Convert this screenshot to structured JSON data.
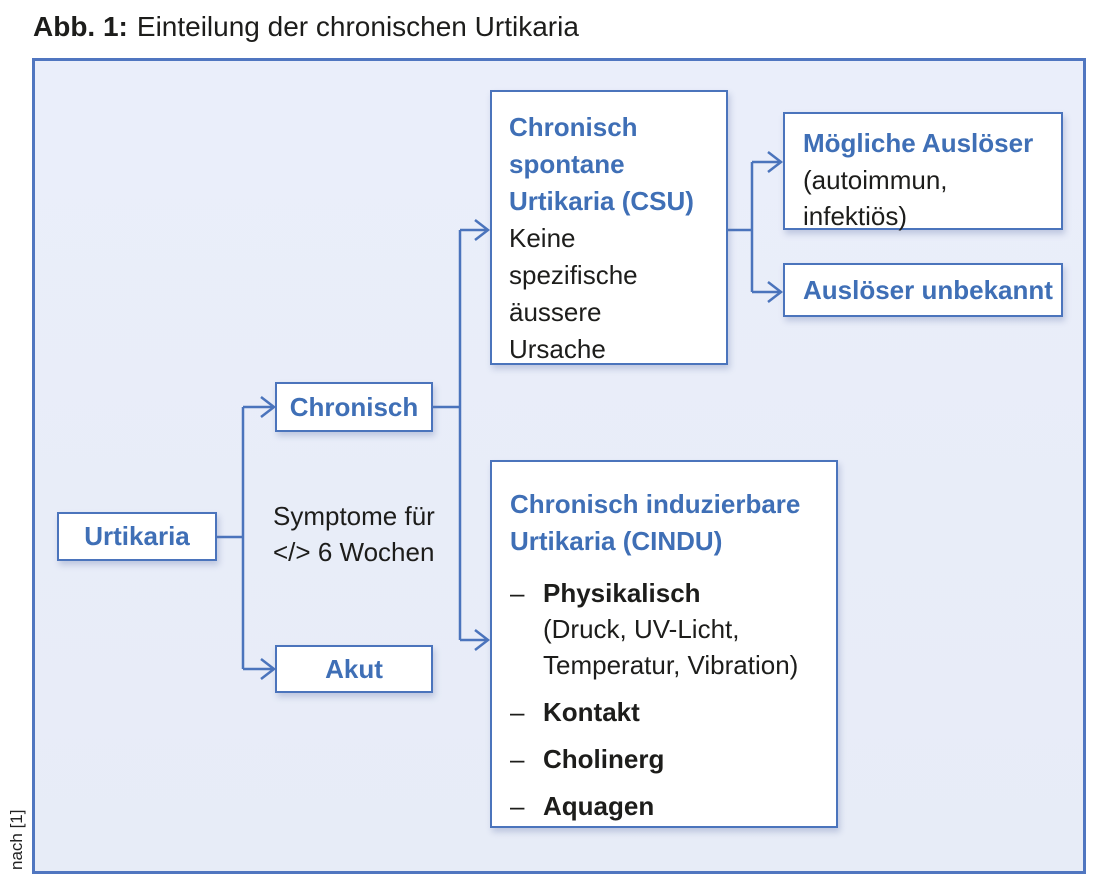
{
  "title": {
    "label": "Abb. 1:",
    "text": "Einteilung der chronischen Urtikaria"
  },
  "source_note": "nach [1]",
  "colors": {
    "accent_blue_text": "#3f6fb6",
    "box_border_blue": "#4b74bc",
    "panel_border_blue": "#5076c0",
    "panel_background": "#e9eef8",
    "box_background": "#ffffff",
    "dark_text": "#1d1d1b"
  },
  "diagram": {
    "root": {
      "label": "Urtikaria"
    },
    "branch_note": "Symptome für\n</> 6 Wochen",
    "chronisch": {
      "label": "Chronisch"
    },
    "akut": {
      "label": "Akut"
    },
    "csu": {
      "heading": "Chronisch\nspontane\nUrtikaria (CSU)",
      "body": "Keine\nspezifische\näussere\nUrsache"
    },
    "cindu": {
      "heading": "Chronisch induzierbare\nUrtikaria (CINDU)",
      "items": [
        {
          "dash": "–",
          "label": "Physikalisch",
          "detail": "(Druck, UV-Licht,\nTemperatur, Vibration)"
        },
        {
          "dash": "–",
          "label": "Kontakt"
        },
        {
          "dash": "–",
          "label": "Cholinerg"
        },
        {
          "dash": "–",
          "label": "Aquagen"
        }
      ]
    },
    "moegliche_ausloeser": {
      "heading": "Mögliche Auslöser",
      "body": "(autoimmun,\ninfektiös)"
    },
    "ausloeser_unbekannt": {
      "heading": "Auslöser unbekannt"
    }
  }
}
